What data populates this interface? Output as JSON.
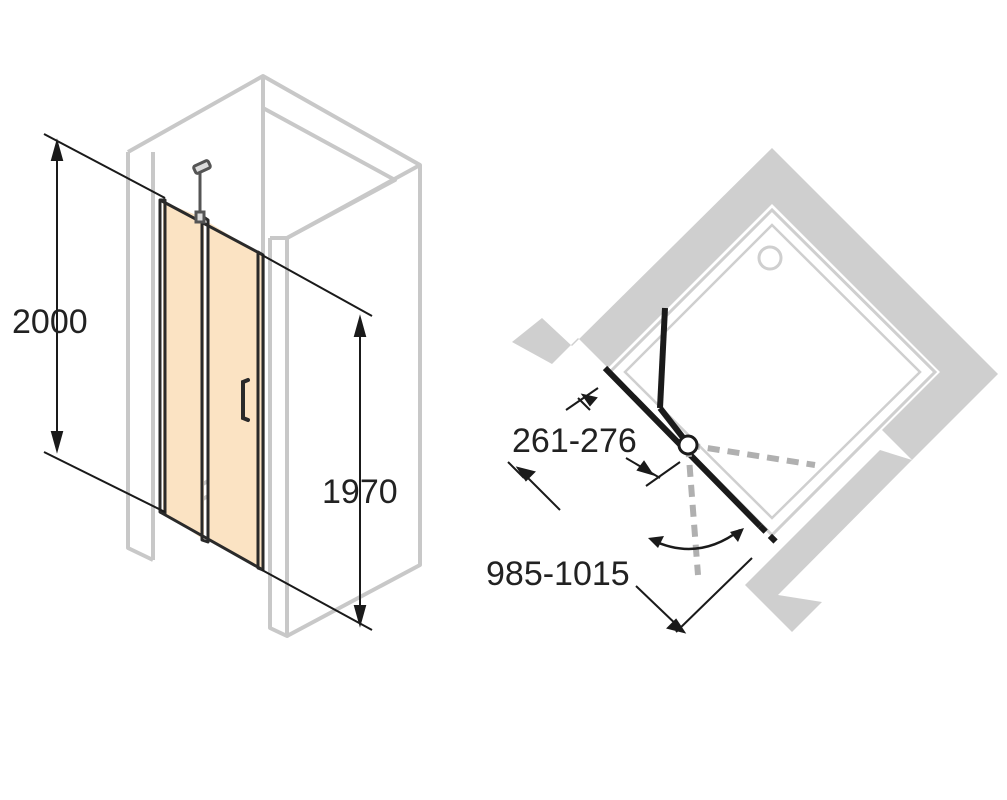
{
  "dimensions": {
    "overall_height": "2000",
    "door_height": "1970",
    "fixed_panel_width": "261-276",
    "total_width": "985-1015"
  },
  "colors": {
    "outline": "#c8c8c8",
    "glass": "#fbe3c3",
    "frame": "#2a2a2a",
    "dim_line": "#1a1a1a",
    "swing_path": "#b0b0b0",
    "text": "#222222"
  }
}
